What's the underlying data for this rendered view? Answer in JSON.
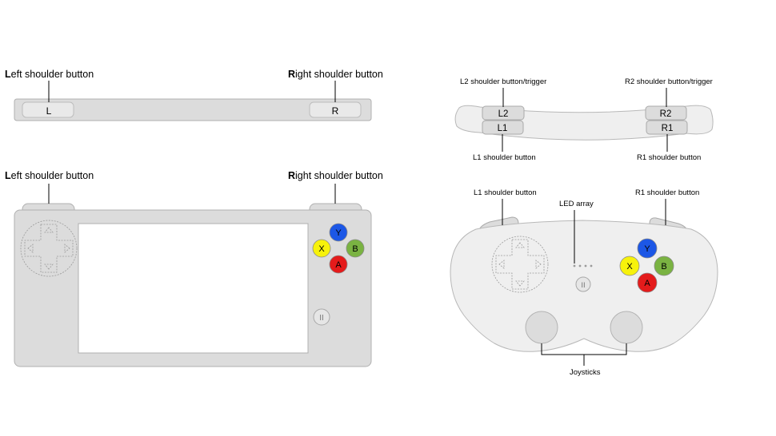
{
  "left_diagram": {
    "top_left_label": "Left shoulder button",
    "top_right_label": "Right shoulder button",
    "bottom_left_label": "Left shoulder button",
    "bottom_right_label": "Right shoulder button",
    "l_key": "L",
    "r_key": "R",
    "buttons": {
      "y": "Y",
      "x": "X",
      "b": "B",
      "a": "A"
    },
    "pause_glyph": "II"
  },
  "right_diagram": {
    "l2_trigger_label": "L2 shoulder button/trigger",
    "r2_trigger_label": "R2 shoulder button/trigger",
    "l1_top_label": "L1 shoulder button",
    "r1_top_label": "R1 shoulder button",
    "l1_lower_label": "L1 shoulder button",
    "r1_lower_label": "R1 shoulder button",
    "led_label": "LED array",
    "joysticks_label": "Joysticks",
    "l2_key": "L2",
    "l1_key": "L1",
    "r2_key": "R2",
    "r1_key": "R1",
    "buttons": {
      "y": "Y",
      "x": "X",
      "b": "B",
      "a": "A"
    },
    "pause_glyph": "II"
  },
  "colors": {
    "body_fill": "#dcdcdc",
    "body_stroke": "#b0b0b0",
    "controller_fill": "#efefef",
    "button_y": "#1c57e6",
    "button_x": "#f7f20b",
    "button_b": "#7ab342",
    "button_a": "#e41b1b"
  }
}
